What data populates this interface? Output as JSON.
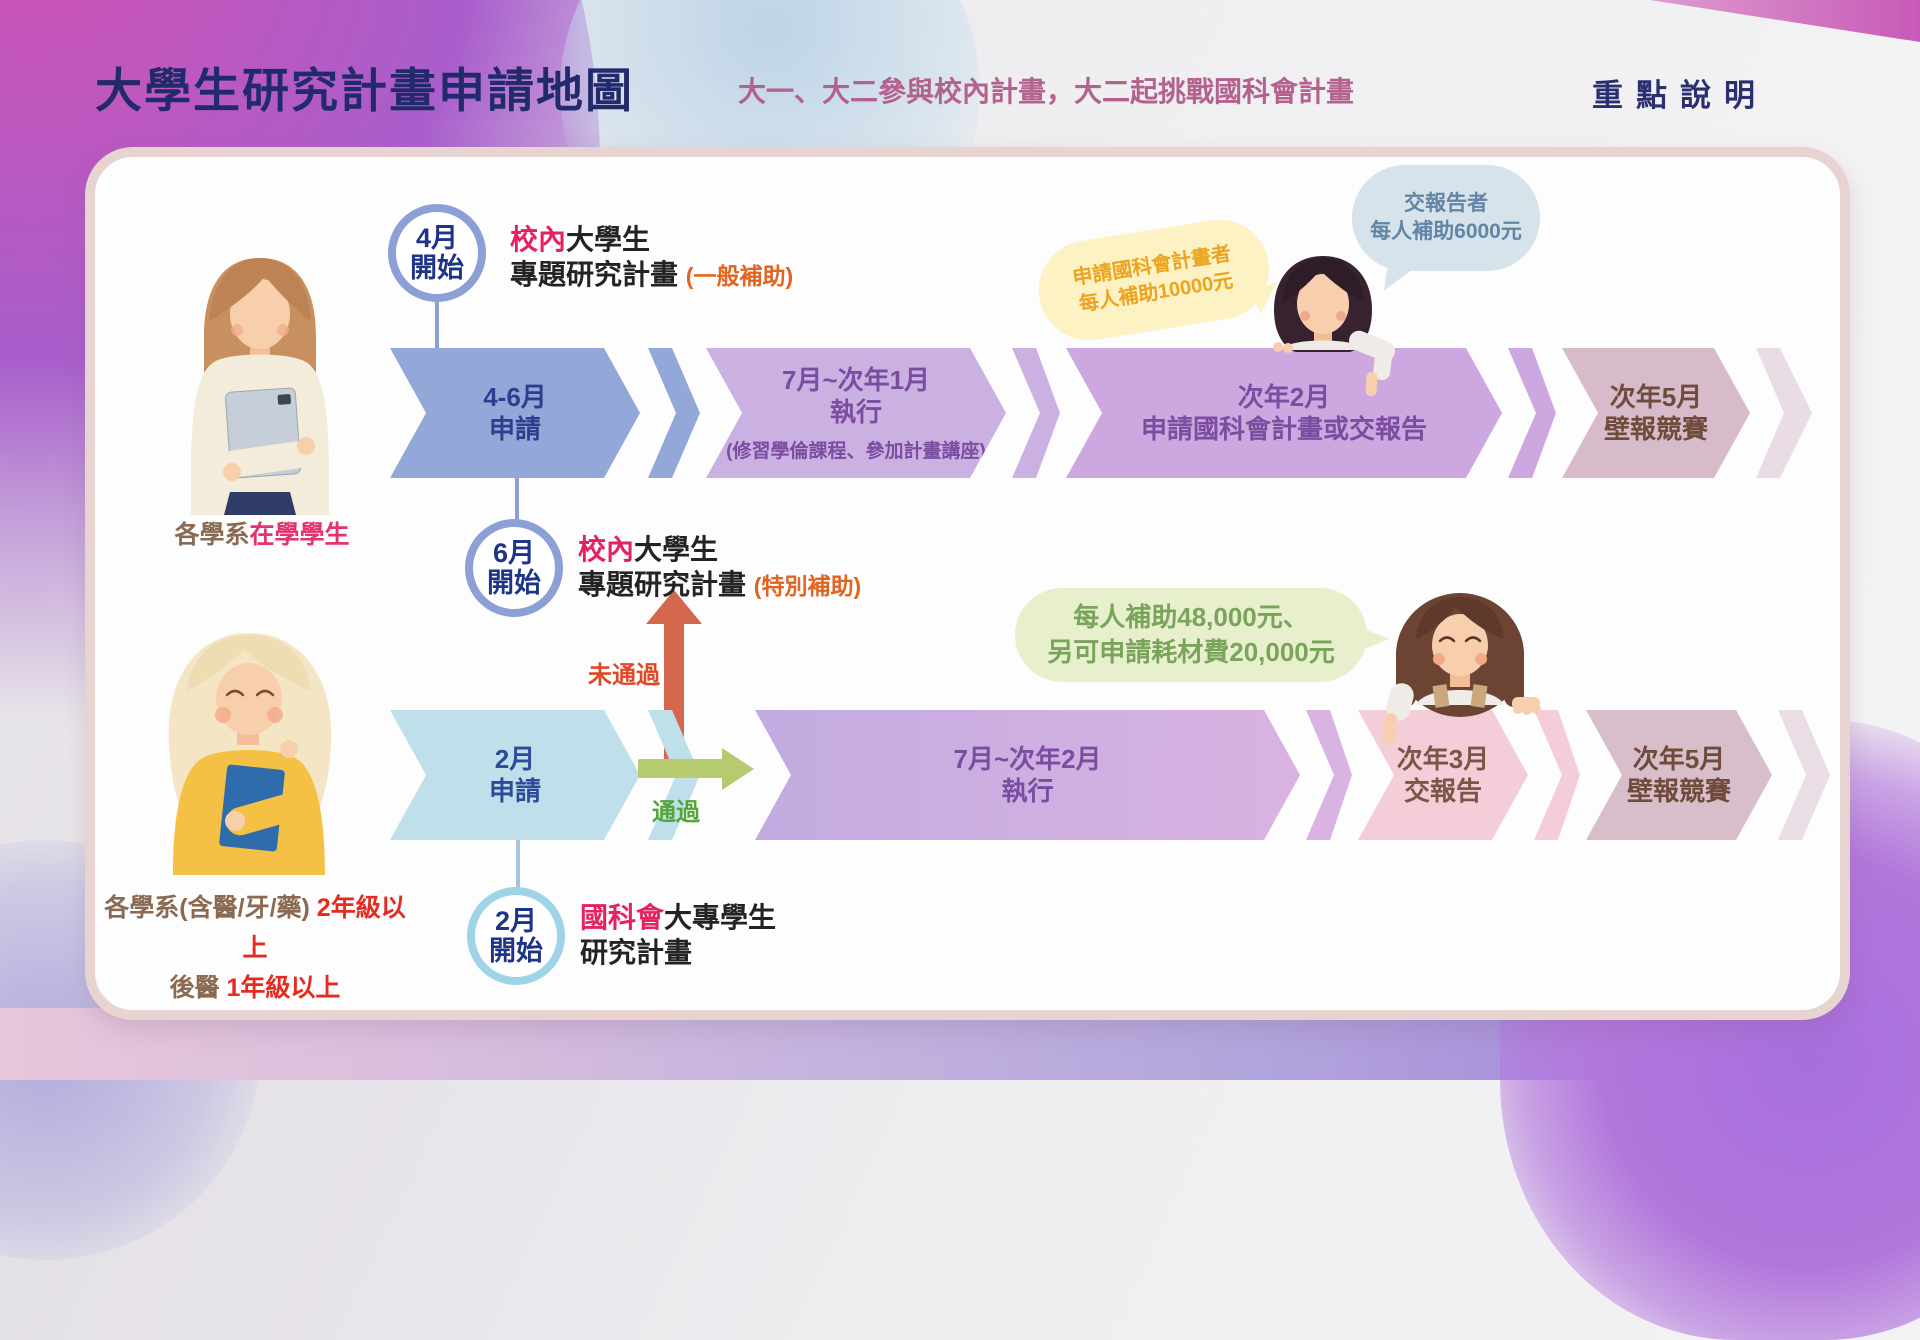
{
  "header": {
    "title": "大學生研究計畫申請地圖",
    "subtitle": "大一、大二參與校內計畫，大二起挑戰國科會計畫",
    "keynote": "重點說明"
  },
  "people": {
    "p1_label": {
      "brown": "各學系",
      "pink": "在學學生"
    },
    "p2_label": {
      "brown1": "各學系(含醫/牙/藥) ",
      "red1": "2年級以上",
      "brown2": "後醫 ",
      "red2": "1年級以上"
    }
  },
  "track1": {
    "badge_start": {
      "line1": "4月",
      "line2": "開始"
    },
    "label_start": {
      "red": "校內",
      "black": "大學生",
      "line2": "專題研究計畫",
      "note": "(一般補助)"
    },
    "badge_mid": {
      "line1": "6月",
      "line2": "開始"
    },
    "label_mid": {
      "red": "校內",
      "black": "大學生",
      "line2": "專題研究計畫",
      "note": "(特別補助)"
    },
    "steps": [
      {
        "line1": "4-6月",
        "line2": "申請"
      },
      {
        "line1": "7月~次年1月",
        "line2": "執行",
        "note": "(修習學倫課程、參加計畫講座)"
      },
      {
        "line1": "次年2月",
        "line2": "申請國科會計畫或交報告"
      },
      {
        "line1": "次年5月",
        "line2": "壁報競賽"
      }
    ],
    "bubble_yellow": {
      "line1": "申請國科會計畫者",
      "line2": "每人補助10000元"
    },
    "bubble_blue": {
      "line1": "交報告者",
      "line2": "每人補助6000元"
    }
  },
  "track2": {
    "badge_start": {
      "line1": "2月",
      "line2": "開始"
    },
    "label_start": {
      "red": "國科會",
      "black": "大專學生",
      "line2": "研究計畫"
    },
    "fail_label": "未通過",
    "pass_label": "通過",
    "steps": [
      {
        "line1": "2月",
        "line2": "申請"
      },
      {
        "line1": "7月~次年2月",
        "line2": "執行"
      },
      {
        "line1": "次年3月",
        "line2": "交報告"
      },
      {
        "line1": "次年5月",
        "line2": "壁報競賽"
      }
    ],
    "bubble_green": {
      "line1": "每人補助48,000元、",
      "line2": "另可申請耗材費20,000元"
    }
  },
  "colors": {
    "title_navy": "#232a6c",
    "subtitle_mauve": "#b4618e",
    "accent_red": "#e6215f",
    "accent_orange": "#e2641f",
    "arrow_blue": "#94a7d9",
    "arrow_cyan": "#bfe0ea",
    "arrow_purple": "#cab1e2",
    "arrow_mauve": "#d7bbca",
    "arrow_pink": "#f3ced9",
    "fail_red": "#d4684e",
    "pass_green": "#b6ca70",
    "bubble_yellow": "#fcf2c4",
    "bubble_blue": "#d6e3ea",
    "bubble_green": "#e7efcd",
    "panel_border": "#e7d4d0"
  }
}
